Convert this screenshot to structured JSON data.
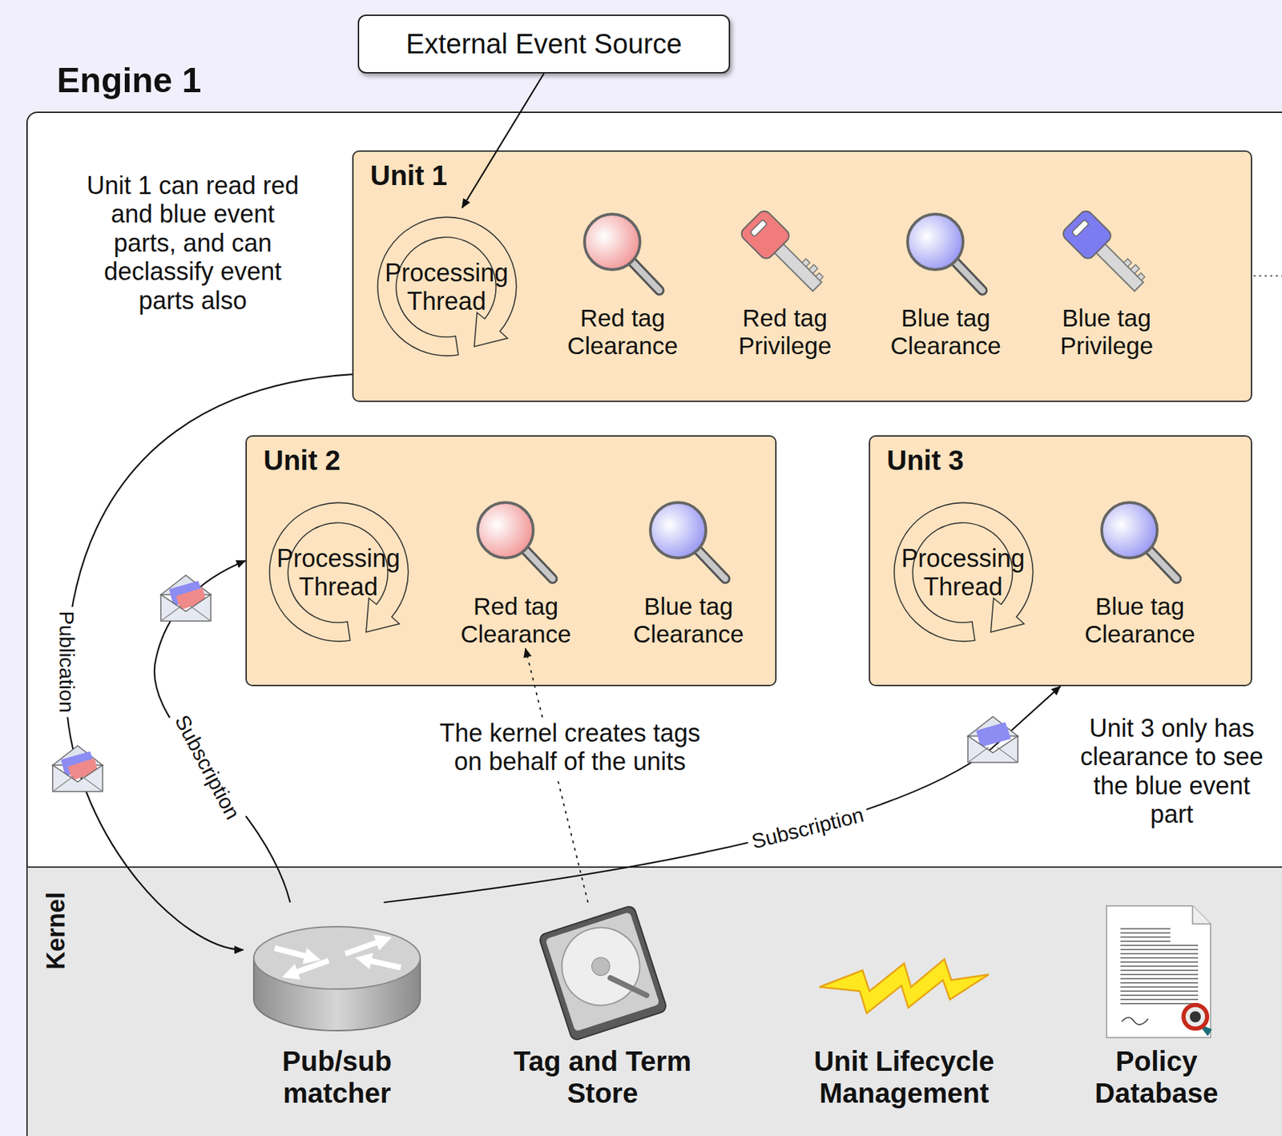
{
  "diagram": {
    "nodes": [
      {
        "text": [
          "Engine 1"
        ]
      },
      {
        "text": [
          "External Event Source"
        ]
      },
      {
        "text": [
          "Unit 1"
        ],
        "in": 0
      },
      {
        "text": [
          "Processing Thread"
        ],
        "in": 2
      },
      {
        "text": [
          "Red tag Clearance"
        ],
        "in": 2
      },
      {
        "text": [
          "Red tag Privilege"
        ],
        "in": 2
      },
      {
        "text": [
          "Blue tag Clearance"
        ],
        "in": 2
      },
      {
        "text": [
          "Blue tag Privilege"
        ],
        "in": 2
      },
      {
        "text": [
          "Unit 2"
        ],
        "in": 0
      },
      {
        "text": [
          "Processing Thread"
        ],
        "in": 8
      },
      {
        "text": [
          "Red tag Clearance"
        ],
        "in": 8
      },
      {
        "text": [
          "Blue tag Clearance"
        ],
        "in": 8
      },
      {
        "text": [
          "Unit 3"
        ],
        "in": 0
      },
      {
        "text": [
          "Processing Thread"
        ],
        "in": 12
      },
      {
        "text": [
          "Blue tag Clearance"
        ],
        "in": 12
      },
      {
        "text": [
          "Kernel"
        ],
        "in": 0
      },
      {
        "text": [
          "Pub/sub matcher"
        ],
        "in": 15
      },
      {
        "text": [
          "Tag and Term Store"
        ],
        "in": 15
      },
      {
        "text": [
          "Unit Lifecycle Management"
        ],
        "in": 15
      },
      {
        "text": [
          "Policy Database"
        ],
        "in": 15
      }
    ],
    "edges": [
      {
        "from": 1,
        "to": 3,
        "arrow": "to"
      },
      {
        "from": 2,
        "to": 16,
        "label": "Publication",
        "arrow": "to"
      },
      {
        "from": 16,
        "to": 8,
        "label": "Subscription",
        "arrow": "to"
      },
      {
        "from": 16,
        "to": 12,
        "label": "Subscription",
        "arrow": "to"
      },
      {
        "from": 17,
        "to": 10,
        "arrow": "to"
      }
    ],
    "labels": [
      "Unit 1 can read red and blue event parts, and can declassify event parts also",
      "The kernel creates tags on behalf of the units",
      "Unit 3 only has clearance to see the blue event part"
    ]
  }
}
